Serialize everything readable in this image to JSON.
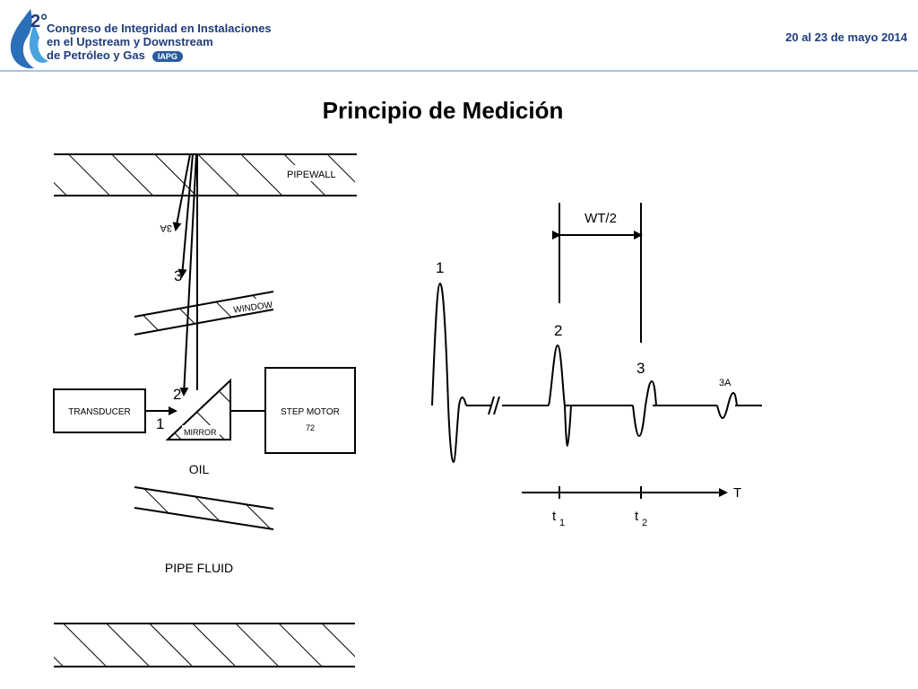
{
  "header": {
    "logo_text": "2°",
    "org_line1": "Congreso de Integridad en Instalaciones",
    "org_line2": "en el Upstream y Downstream",
    "org_line3": "de Petróleo y Gas",
    "org_badge": "IAPG",
    "date": "20 al 23 de mayo 2014"
  },
  "title": "Principio de Medición",
  "diagram": {
    "labels": {
      "pipewall": "PIPEWALL",
      "window": "WINDOW",
      "transducer": "TRANSDUCER",
      "mirror": "MIRROR",
      "step_motor": "STEP MOTOR",
      "step_motor_sub": "72",
      "oil": "OIL",
      "pipe_fluid": "PIPE FLUID",
      "path_1": "1",
      "path_2": "2",
      "path_3": "3",
      "path_3a": "3A"
    },
    "waveform": {
      "wt": "WT/2",
      "peak_1": "1",
      "peak_2": "2",
      "peak_3": "3",
      "peak_3a": "3A",
      "axis": "T",
      "t1": "t",
      "t1_sub": "1",
      "t2": "t",
      "t2_sub": "2"
    }
  }
}
